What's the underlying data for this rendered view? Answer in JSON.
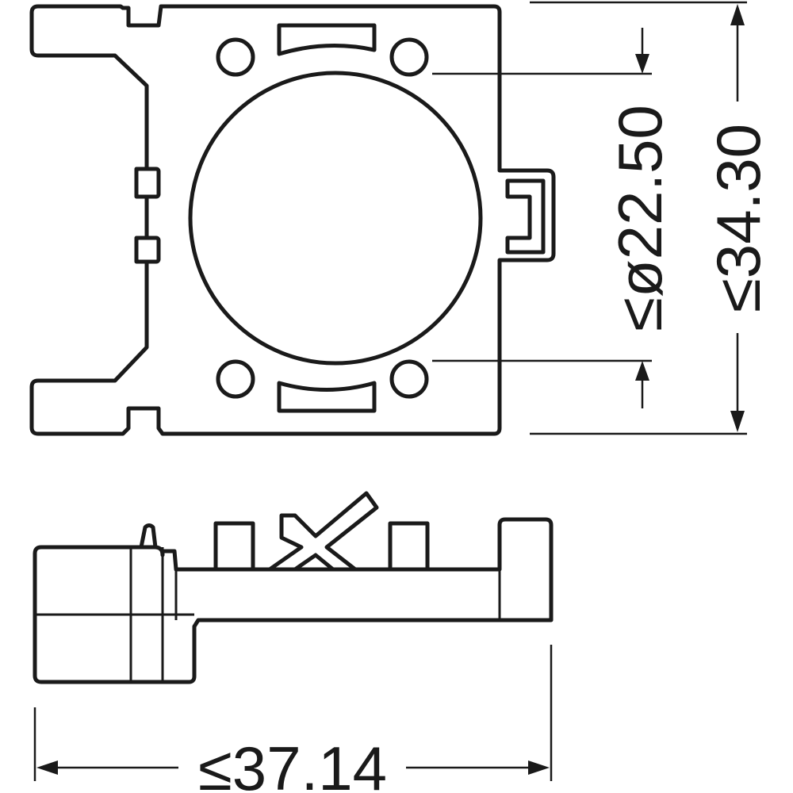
{
  "dimensions": {
    "diameter": "≤ø22.50",
    "height": "≤34.30",
    "width": "≤37.14"
  }
}
